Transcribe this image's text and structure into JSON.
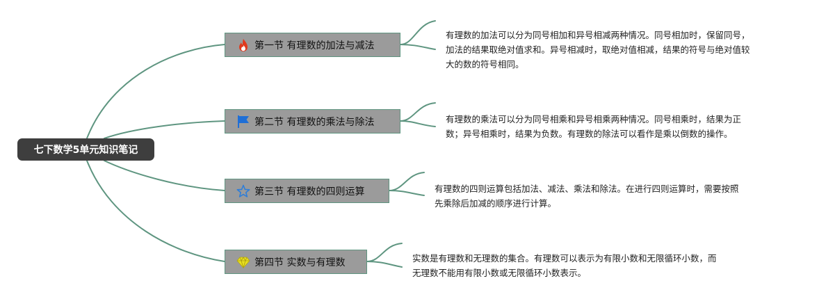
{
  "root": {
    "label": "七下数学5单元知识笔记"
  },
  "colors": {
    "edge": "#5e9580",
    "root_bg": "#3e3e3e",
    "topic_bg": "#9b9b9b"
  },
  "topics": [
    {
      "label": "第一节 有理数的加法与减法",
      "icon": "fire-icon",
      "note": [
        "有理数的加法可以分为同号相加和异号相减两种情况。同号相加时，保留同号，",
        "加法的结果取绝对值求和。异号相减时，取绝对值相减，结果的符号与绝对值较",
        "大的数的符号相同。"
      ]
    },
    {
      "label": "第二节 有理数的乘法与除法",
      "icon": "flag-icon",
      "note": [
        "有理数的乘法可以分为同号相乘和异号相乘两种情况。同号相乘时，结果为正",
        "数；异号相乘时，结果为负数。有理数的除法可以看作是乘以倒数的操作。"
      ]
    },
    {
      "label": "第三节 有理数的四则运算",
      "icon": "star-icon",
      "note": [
        "有理数的四则运算包括加法、减法、乘法和除法。在进行四则运算时，需要按照",
        "先乘除后加减的顺序进行计算。"
      ]
    },
    {
      "label": "第四节 实数与有理数",
      "icon": "diamond-icon",
      "note": [
        "实数是有理数和无理数的集合。有理数可以表示为有限小数和无限循环小数，而",
        "无理数不能用有限小数或无限循环小数表示。"
      ]
    }
  ]
}
